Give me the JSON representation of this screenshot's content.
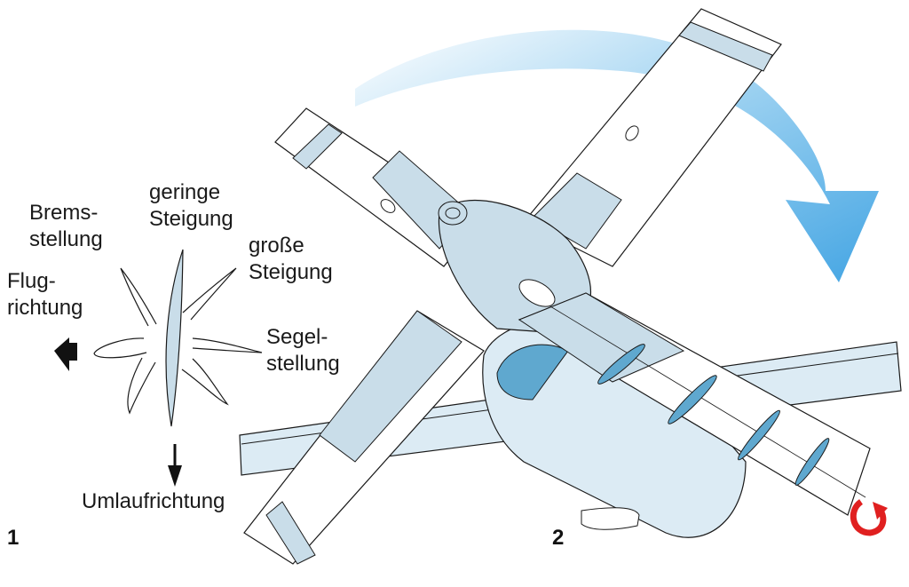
{
  "figure1": {
    "number": "1",
    "labels": {
      "brems_1": "Brems-",
      "brems_2": "stellung",
      "geringe_1": "geringe",
      "geringe_2": "Steigung",
      "grosse_1": "große",
      "grosse_2": "Steigung",
      "flug_1": "Flug-",
      "flug_2": "richtung",
      "segel_1": "Segel-",
      "segel_2": "stellung",
      "umlauf": "Umlaufrichtung"
    }
  },
  "figure2": {
    "number": "2"
  },
  "colors": {
    "blade_fill": "#c9dde9",
    "arrow_blue": "#3fa6e0",
    "rotation_red": "#e02020",
    "outline": "#1a1a1a"
  }
}
